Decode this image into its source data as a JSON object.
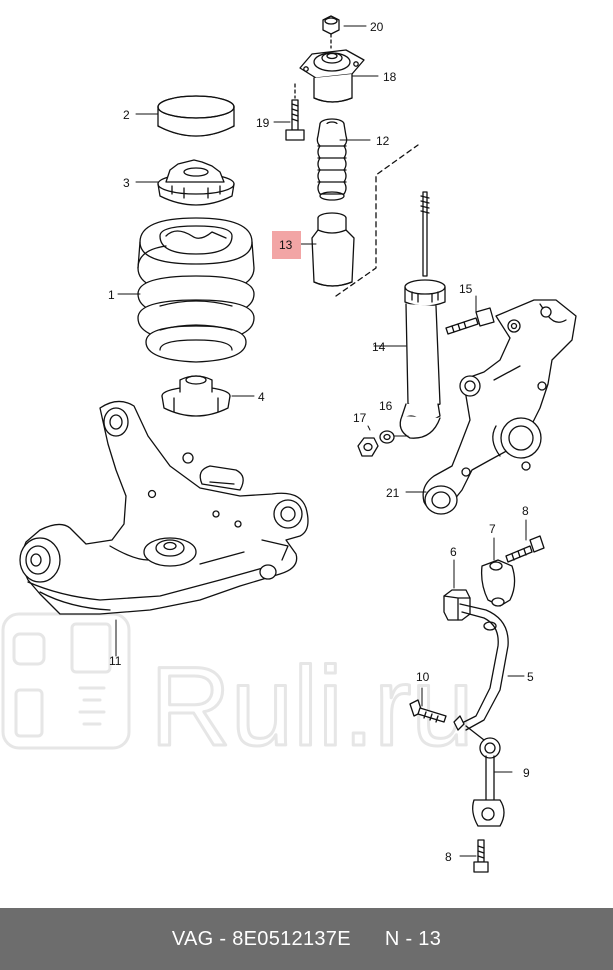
{
  "diagram": {
    "callouts": {
      "c1": "1",
      "c2": "2",
      "c3": "3",
      "c4": "4",
      "c5": "5",
      "c6": "6",
      "c7": "7",
      "c8a": "8",
      "c8b": "8",
      "c9": "9",
      "c10": "10",
      "c11": "11",
      "c12": "12",
      "c13": "13",
      "c14": "14",
      "c15": "15",
      "c16": "16",
      "c17": "17",
      "c18": "18",
      "c19": "19",
      "c20": "20",
      "c21": "21"
    },
    "highlight_color": "#f2a5a5"
  },
  "watermark": {
    "text": "Ruli.ru"
  },
  "footer": {
    "brand": "VAG",
    "part_number": "8E0512137E",
    "position": "N - 13"
  }
}
